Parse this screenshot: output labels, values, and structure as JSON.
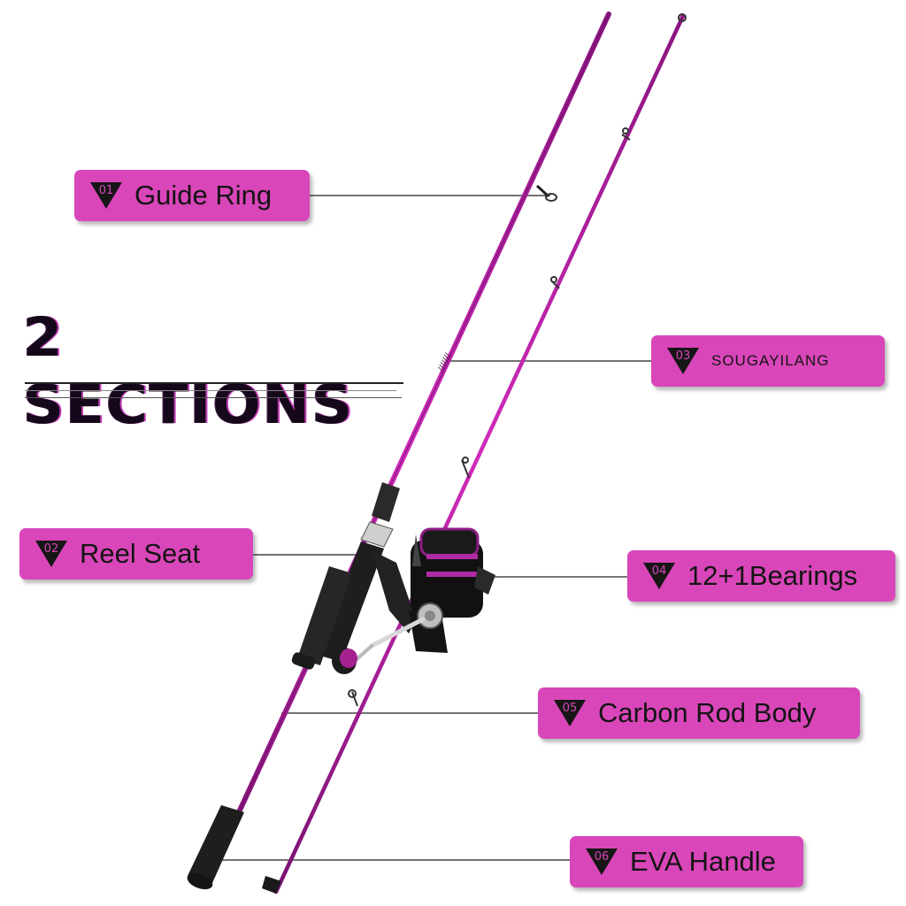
{
  "headline": "2 SECTIONS",
  "colors": {
    "accent": "#d946b9",
    "rod": "#b21d9e",
    "text": "#141414"
  },
  "labels": [
    {
      "num": "01",
      "text": "Guide Ring"
    },
    {
      "num": "02",
      "text": "Reel Seat"
    },
    {
      "num": "03",
      "text": "SOUGAYILANG"
    },
    {
      "num": "04",
      "text": "12+1Bearings"
    },
    {
      "num": "05",
      "text": "Carbon Rod Body"
    },
    {
      "num": "06",
      "text": "EVA Handle"
    }
  ]
}
